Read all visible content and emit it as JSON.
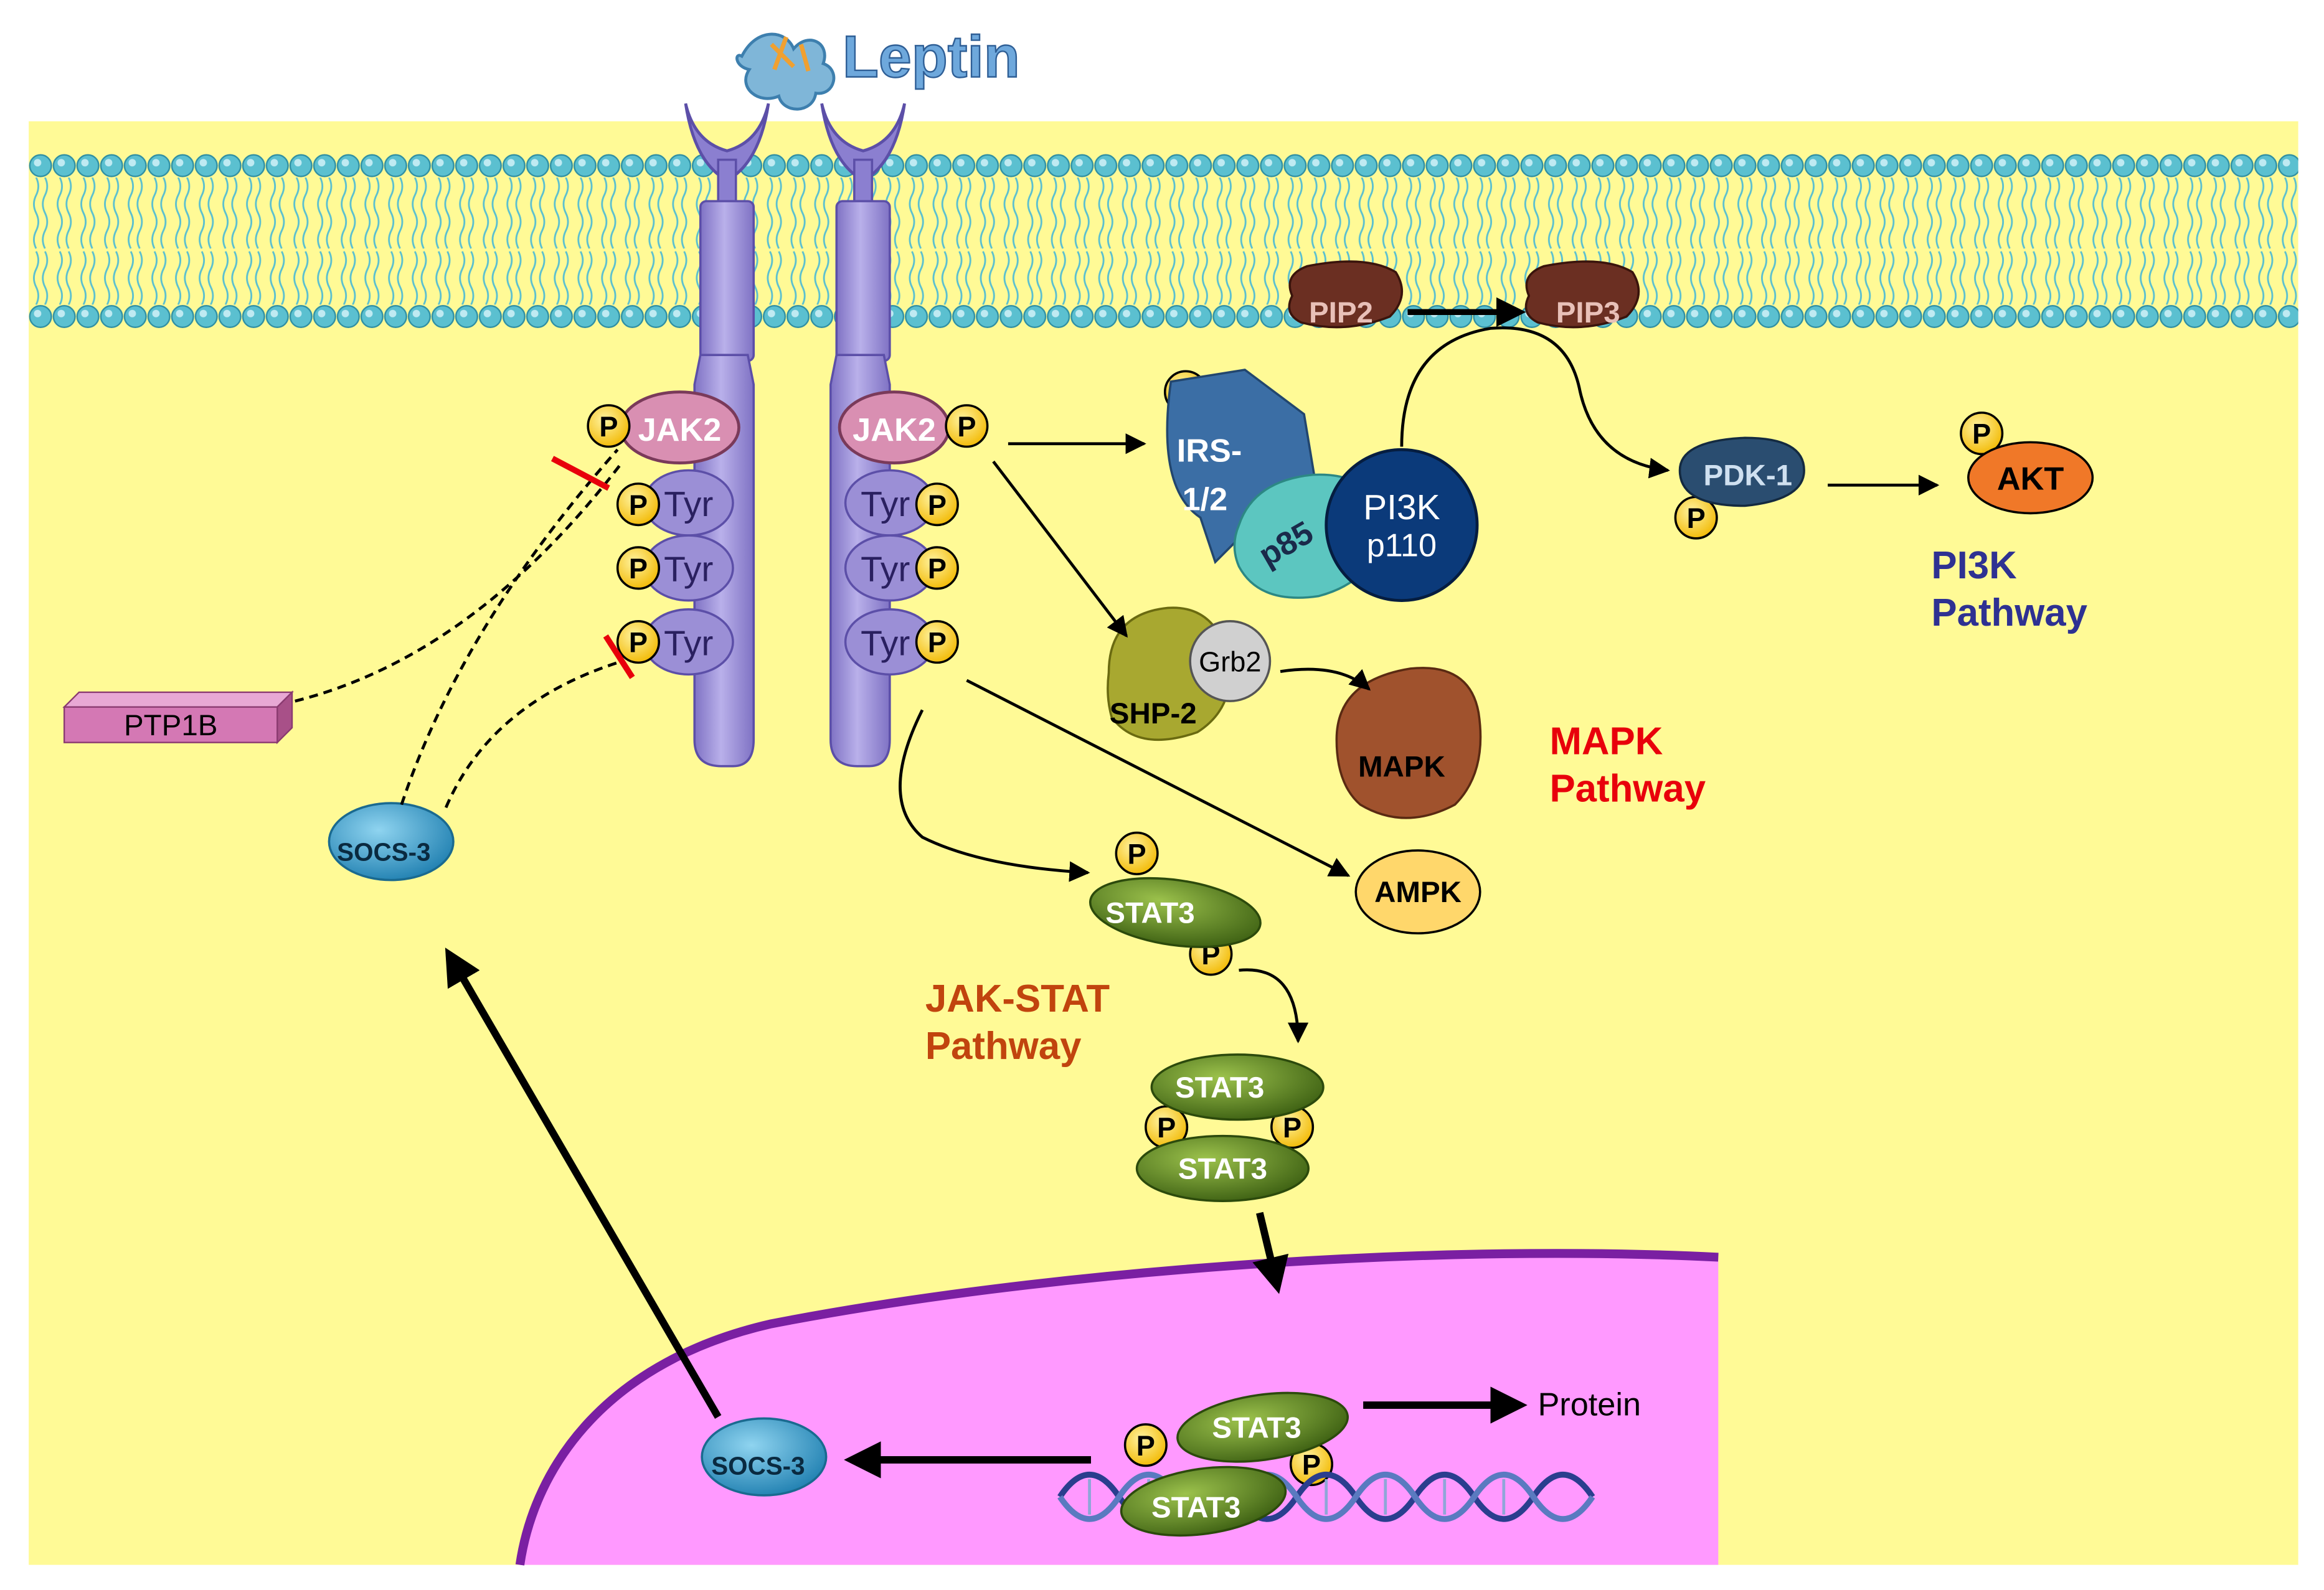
{
  "ligand": {
    "label": "Leptin"
  },
  "receptor": {
    "left_jak": "JAK2",
    "right_jak": "JAK2",
    "tyr_label": "Tyr",
    "p_label": "P"
  },
  "membrane_lipids": {
    "pip2": "PIP2",
    "pip3": "PIP3"
  },
  "proteins": {
    "irs_line1": "IRS-",
    "irs_line2": "1/2",
    "p85": "p85",
    "pi3k_line1": "PI3K",
    "pi3k_line2": "p110",
    "pdk1": "PDK-1",
    "akt": "AKT",
    "grb2": "Grb2",
    "shp2": "SHP-2",
    "mapk": "MAPK",
    "ampk": "AMPK",
    "stat3": "STAT3",
    "ptp1b": "PTP1B",
    "socs3": "SOCS-3",
    "protein_output": "Protein"
  },
  "pathways": {
    "pi3k": {
      "line1": "PI3K",
      "line2": "Pathway",
      "color": "#2e3192"
    },
    "mapk": {
      "line1": "MAPK",
      "line2": "Pathway",
      "color": "#e8000b"
    },
    "jakstat": {
      "line1": "JAK-STAT",
      "line2": "Pathway",
      "color": "#c1440e"
    }
  },
  "colors": {
    "cytoplasm": "#fffa96",
    "nucleus": "#ff99ff",
    "nuclear_envelope": "#7a1fa2",
    "membrane_head": "#5bc0d0",
    "receptor": "#9b8fd6",
    "jak2": "#d98fb2",
    "phospho": "#ffcc00",
    "stat3": "#5e8a1e",
    "socs3": "#3fa4cf",
    "ptp1b": "#d478b4",
    "akt": "#f07828",
    "ampk": "#ffd76b",
    "mapk": "#a0522d",
    "irs": "#3b6ea5",
    "p85": "#5cc6c0",
    "pi3k": "#0b3a7a",
    "pdk1": "#2a4d70",
    "shp2": "#a8a830",
    "grb2": "#d0d0d0",
    "pip": "#6b2f22"
  },
  "icons": {
    "ligand": "leptin-protein-icon",
    "dna": "dna-helix-icon"
  }
}
